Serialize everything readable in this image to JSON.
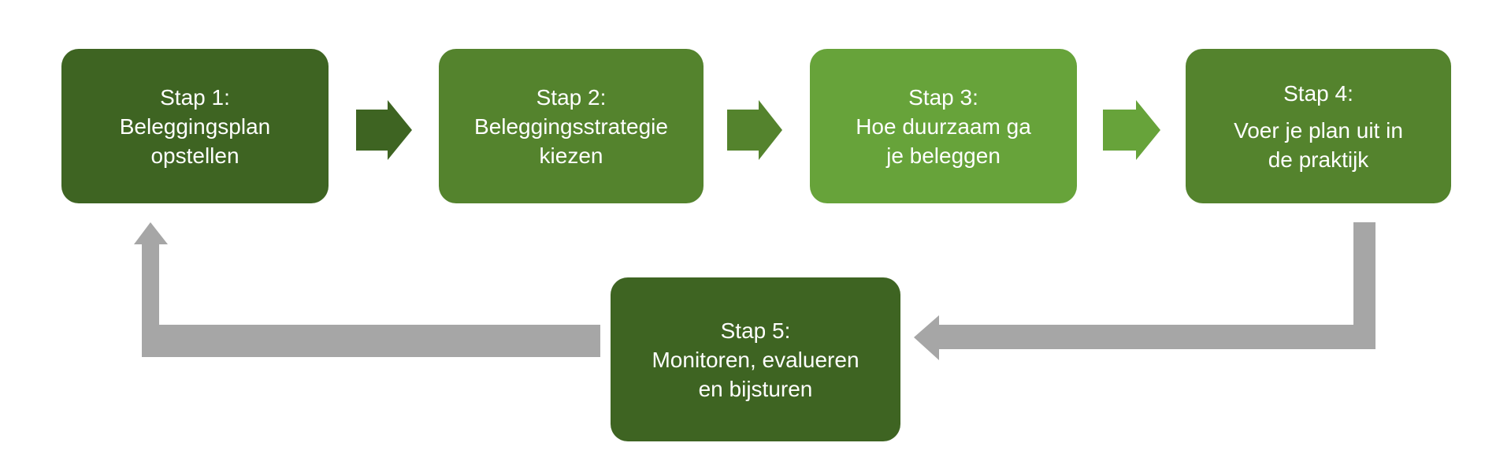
{
  "diagram": {
    "background_color": "#ffffff",
    "text_color": "#ffffff",
    "steps": [
      {
        "name": "step-1",
        "color": "#3E6422",
        "lines": [
          "Stap 1:",
          "Beleggingsplan",
          "opstellen"
        ]
      },
      {
        "name": "step-2",
        "color": "#54832D",
        "lines": [
          "Stap 2:",
          "Beleggingsstrategie",
          "kiezen"
        ]
      },
      {
        "name": "step-3",
        "color": "#67A33A",
        "lines": [
          "Stap 3:",
          "Hoe duurzaam ga",
          "je beleggen"
        ]
      },
      {
        "name": "step-4",
        "color": "#54832D",
        "lines": [
          "Stap 4:",
          "Voer je plan uit in",
          "de praktijk"
        ]
      },
      {
        "name": "step-5",
        "color": "#3E6422",
        "lines": [
          "Stap 5:",
          "Monitoren, evalueren",
          "en bijsturen"
        ]
      }
    ],
    "connectors": {
      "forward_arrows": [
        {
          "from": "step-1",
          "to": "step-2",
          "color": "#3E6422"
        },
        {
          "from": "step-2",
          "to": "step-3",
          "color": "#54832D"
        },
        {
          "from": "step-3",
          "to": "step-4",
          "color": "#67A33A"
        }
      ],
      "loop": {
        "color": "#A6A6A6",
        "from_step4_to_step5": "left-pointing elbow arrow",
        "from_step5_to_step1": "up-pointing elbow arrow"
      }
    }
  }
}
